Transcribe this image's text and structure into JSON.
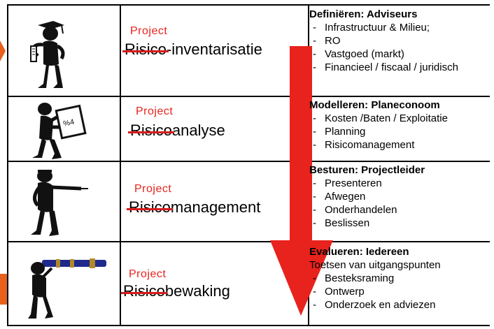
{
  "rows": [
    {
      "figure_icon": "graduate-figure-icon",
      "overlay": "Project",
      "struck": "Risico",
      "rest": "-inventarisatie",
      "heading": "Definiëren: Adviseurs",
      "lead": "",
      "items": [
        "Infrastructuur & Milieu;",
        "RO",
        "Vastgoed (markt)",
        "Financieel / fiscaal / juridisch"
      ]
    },
    {
      "figure_icon": "board-carrier-figure-icon",
      "overlay": "Project",
      "struck": "Risico",
      "rest": "analyse",
      "heading": "Modelleren:  Planeconoom",
      "lead": "",
      "items": [
        "Kosten /Baten / Exploitatie",
        "Planning",
        "Risicomanagement"
      ]
    },
    {
      "figure_icon": "pointing-figure-icon",
      "overlay": "Project",
      "struck": "Risico",
      "rest": "management",
      "heading": "Besturen: Projectleider",
      "lead": "",
      "items": [
        "Presenteren",
        "Afwegen",
        "Onderhandelen",
        "Beslissen"
      ]
    },
    {
      "figure_icon": "telescope-figure-icon",
      "overlay": "Project",
      "struck": "Risico",
      "rest": "bewaking",
      "heading": "Evalueren: Iedereen",
      "lead": "Toetsen van uitgangspunten",
      "items": [
        "Besteksraming",
        "Ontwerp",
        "Onderzoek en adviezen"
      ]
    }
  ],
  "colors": {
    "arrow": "#e8221c",
    "overlay_text": "#e8221c",
    "strike": "#d81c1c",
    "edge_marker": "#e8601c"
  }
}
